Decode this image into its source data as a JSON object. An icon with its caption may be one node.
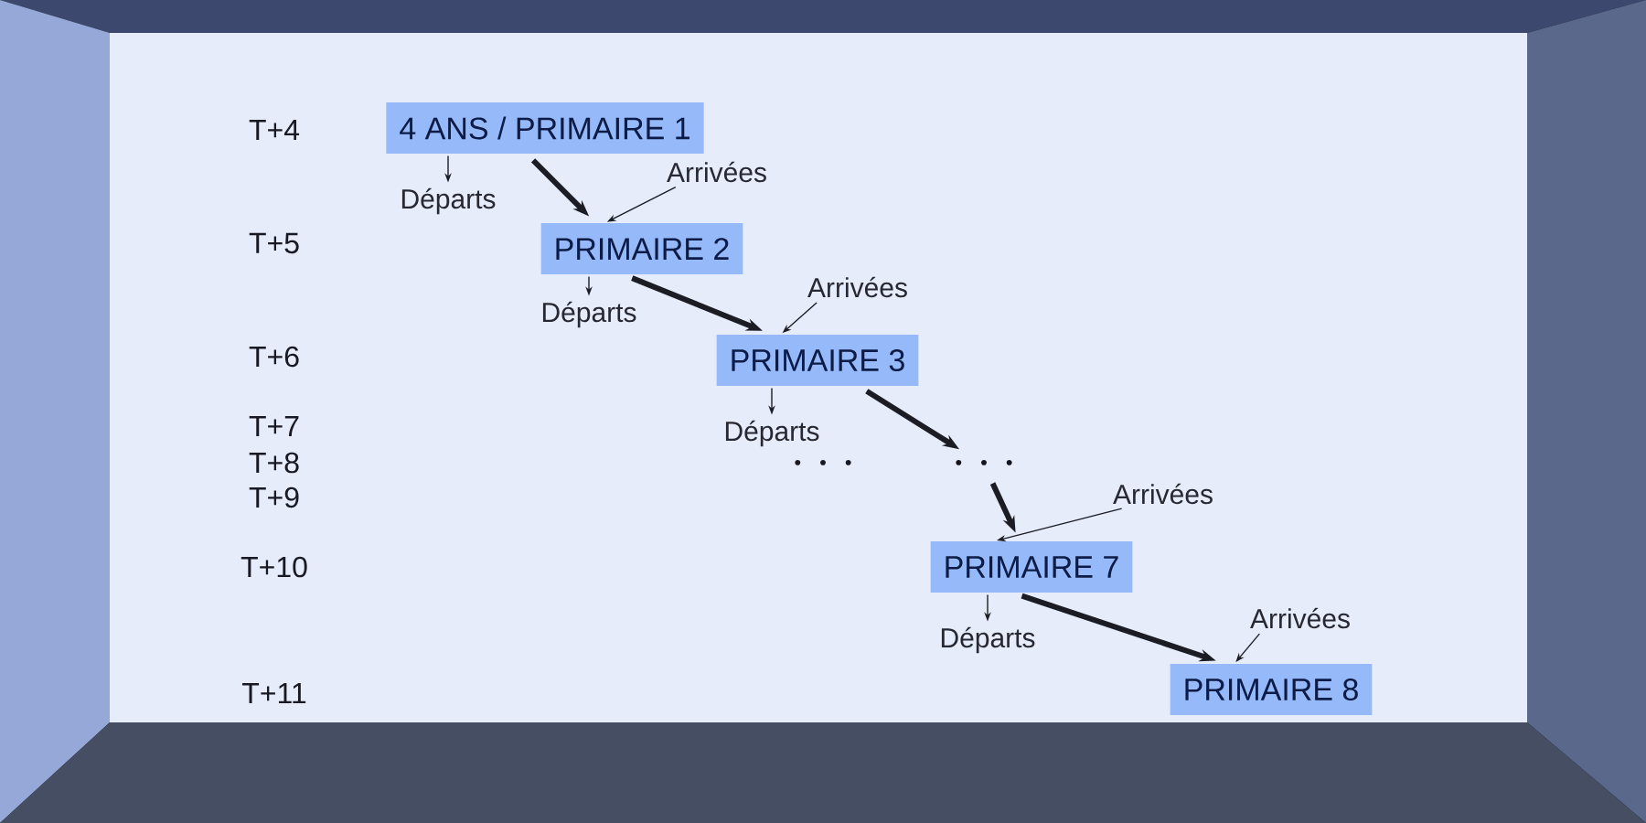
{
  "diagram": {
    "nodes": [
      {
        "text": [
          "4 ANS / PRIMAIRE 1"
        ]
      },
      {
        "text": [
          "Départs"
        ]
      },
      {
        "text": [
          "Arrivées"
        ]
      },
      {
        "text": [
          "PRIMAIRE 2"
        ]
      },
      {
        "text": [
          "Départs"
        ]
      },
      {
        "text": [
          "Arrivées"
        ]
      },
      {
        "text": [
          "PRIMAIRE 3"
        ]
      },
      {
        "text": [
          "Départs"
        ]
      },
      {
        "text": [
          "• • •"
        ]
      },
      {
        "text": [
          "Arrivées"
        ]
      },
      {
        "text": [
          "PRIMAIRE 7"
        ]
      },
      {
        "text": [
          "Départs"
        ]
      },
      {
        "text": [
          "Arrivées"
        ]
      },
      {
        "text": [
          "PRIMAIRE 8"
        ]
      }
    ],
    "edges": [
      {
        "from": 0,
        "to": 3,
        "arrow": "to",
        "style": "thick"
      },
      {
        "from": 0,
        "to": 1,
        "arrow": "to"
      },
      {
        "from": 2,
        "to": 3,
        "arrow": "to"
      },
      {
        "from": 3,
        "to": 6,
        "arrow": "to",
        "style": "thick"
      },
      {
        "from": 3,
        "to": 4,
        "arrow": "to"
      },
      {
        "from": 5,
        "to": 6,
        "arrow": "to"
      },
      {
        "from": 6,
        "to": 8,
        "arrow": "to",
        "style": "thick"
      },
      {
        "from": 6,
        "to": 7,
        "arrow": "to"
      },
      {
        "from": 8,
        "to": 10,
        "arrow": "to",
        "style": "thick"
      },
      {
        "from": 9,
        "to": 10,
        "arrow": "to"
      },
      {
        "from": 10,
        "to": 13,
        "arrow": "to",
        "style": "thick"
      },
      {
        "from": 10,
        "to": 11,
        "arrow": "to"
      },
      {
        "from": 12,
        "to": 13,
        "arrow": "to"
      }
    ],
    "labels": [
      "T+4",
      "T+5",
      "T+6",
      "T+7",
      "T+8",
      "T+9",
      "• • •",
      "T+10",
      "T+11"
    ]
  }
}
